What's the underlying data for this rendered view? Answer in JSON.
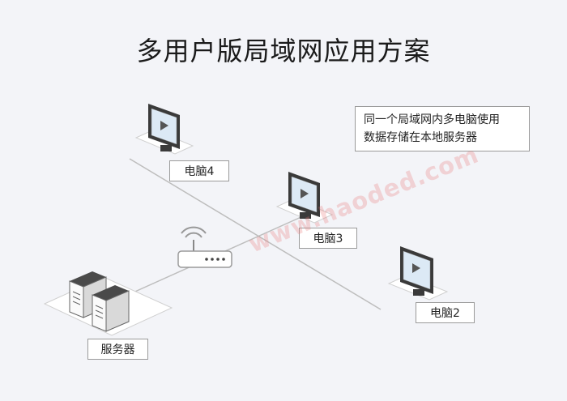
{
  "title": "多用户版局域网应用方案",
  "note": {
    "line1": "同一个局域网内多电脑使用",
    "line2": "数据存储在本地服务器"
  },
  "nodes": {
    "pc4": "电脑4",
    "pc3": "电脑3",
    "pc2": "电脑2",
    "server": "服务器"
  },
  "watermark": "www.haoded.com",
  "colors": {
    "background": "#f3f4f8",
    "line": "#bdbdbd",
    "monitor": "#3a3a3a",
    "screen": "#dce9f5",
    "watermark": "#eb7878"
  }
}
